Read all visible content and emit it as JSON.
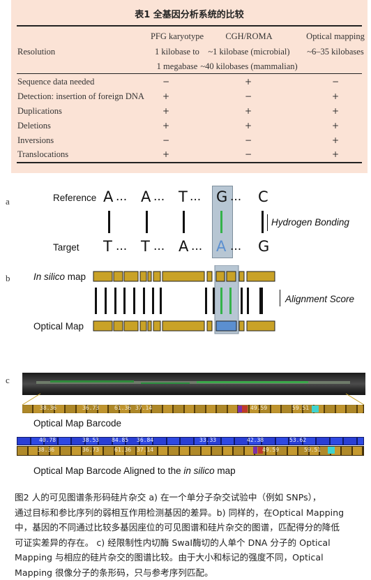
{
  "table": {
    "title": "表1  全基因分析系统的比较",
    "headers": [
      "PFG karyotype",
      "CGH/ROMA",
      "Optical mapping"
    ],
    "resolution": {
      "label": "Resolution",
      "pfg": [
        "1 kilobase to",
        "1 megabase"
      ],
      "cgh": [
        "~1 kilobase (microbial)",
        "~40 kilobases (mammalian)"
      ],
      "optical": [
        "~6–35 kilobases"
      ]
    },
    "rows": [
      {
        "label": "Sequence data needed",
        "values": [
          "−",
          "+",
          "−"
        ]
      },
      {
        "label": "Detection: insertion of foreign DNA",
        "values": [
          "+",
          "−",
          "+"
        ]
      },
      {
        "label": "Duplications",
        "values": [
          "+",
          "+",
          "+"
        ]
      },
      {
        "label": "Deletions",
        "values": [
          "+",
          "+",
          "+"
        ]
      },
      {
        "label": "Inversions",
        "values": [
          "−",
          "−",
          "+"
        ]
      },
      {
        "label": "Translocations",
        "values": [
          "+",
          "−",
          "+"
        ]
      }
    ]
  },
  "figure": {
    "panel_a": {
      "letter": "a",
      "reference_label": "Reference",
      "target_label": "Target",
      "reference_seq": [
        "A",
        "...",
        "A",
        "...",
        "T",
        "...",
        "G",
        "...",
        "C"
      ],
      "target_seq": [
        "T",
        "...",
        "T",
        "...",
        "A",
        "...",
        "A",
        "...",
        "G"
      ],
      "bonding_label": "Hydrogen Bonding"
    },
    "panel_b": {
      "letter": "b",
      "insilico_label_italic": "In silico",
      "insilico_label_rest": " map",
      "alignment_label": "Alignment Score",
      "optical_label": "Optical Map"
    },
    "panel_c": {
      "letter": "c",
      "barcode_label": "Optical Map Barcode",
      "aligned_label_prefix": "Optical Map Barcode Aligned to the ",
      "aligned_label_italic": "in silico",
      "aligned_label_suffix": " map",
      "barcode1_values": [
        "38.36",
        "36.73",
        "61.36",
        "37.14",
        "49.59",
        "59.51"
      ],
      "insilico_values": [
        "40.78",
        "38.53",
        "84.85",
        "36.84",
        "33.33",
        "42.38",
        "53.62"
      ],
      "barcode2_values": [
        "38.36",
        "36.73",
        "61.36",
        "37.14",
        "49.59",
        "59.51"
      ]
    },
    "colors": {
      "gold": "#c9a227",
      "green": "#34b24a",
      "blue": "#5b8fd0",
      "highlight": "#b7c6d3",
      "table_bg": "#fbe3d6"
    }
  },
  "caption": {
    "lines": [
      "图2  人的可见图谱条形码硅片杂交  a) 在一个单分子杂交试验中（例如 SNPs），",
      "通过目标和参比序列的弱相互作用检测基因的差异。b) 同样的，在Optical Mapping",
      "中，基因的不同通过比较多基因座位的可见图谱和硅片杂交的图谱，匹配得分的降低",
      "可证实差异的存在。 c) 经限制性内切酶 SwaⅠ酶切的人单个 DNA 分子的 Optical",
      "Mapping 与相应的硅片杂交的图谱比较。由于大小和标记的强度不同，Optical",
      "Mapping 很像分子的条形码，只与参考序列匹配。"
    ]
  }
}
